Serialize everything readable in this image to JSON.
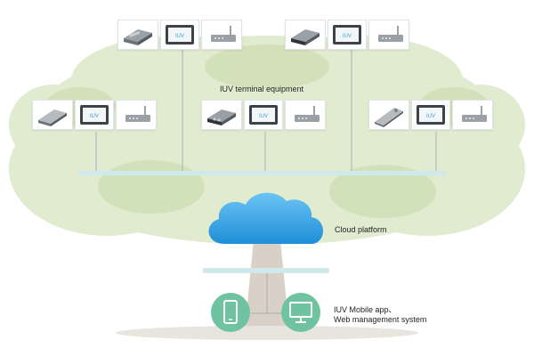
{
  "labels": {
    "terminal_equipment": "IUV terminal equipment",
    "cloud_platform": "Cloud platform",
    "mobile_app_line1": "IUV Mobile app、",
    "mobile_app_line2": "Web management system"
  },
  "screen_brand": "IUV",
  "terminals": [
    {
      "id": "top-left",
      "device": "uv-lamp-module",
      "screen": "control-panel-screen",
      "router": "wireless-router"
    },
    {
      "id": "top-right",
      "device": "uv-lamp-module",
      "screen": "control-panel-screen",
      "router": "wireless-router"
    },
    {
      "id": "middle-left",
      "device": "uv-lamp-module",
      "screen": "control-panel-screen",
      "router": "wireless-router"
    },
    {
      "id": "middle-center",
      "device": "uv-lamp-module",
      "screen": "control-panel-screen",
      "router": "wireless-router"
    },
    {
      "id": "middle-right",
      "device": "uv-lamp-module",
      "screen": "control-panel-screen",
      "router": "wireless-router"
    }
  ],
  "endpoints": [
    "mobile-phone-icon",
    "monitor-icon"
  ],
  "colors": {
    "network_bar": "#cfe8ec",
    "connector_line": "#a7b0b5",
    "cloud": "#2f9fe0",
    "endpoint_circle": "#6fc3a0",
    "foliage": "#cfe0b8",
    "trunk": "#d2c8bd"
  }
}
